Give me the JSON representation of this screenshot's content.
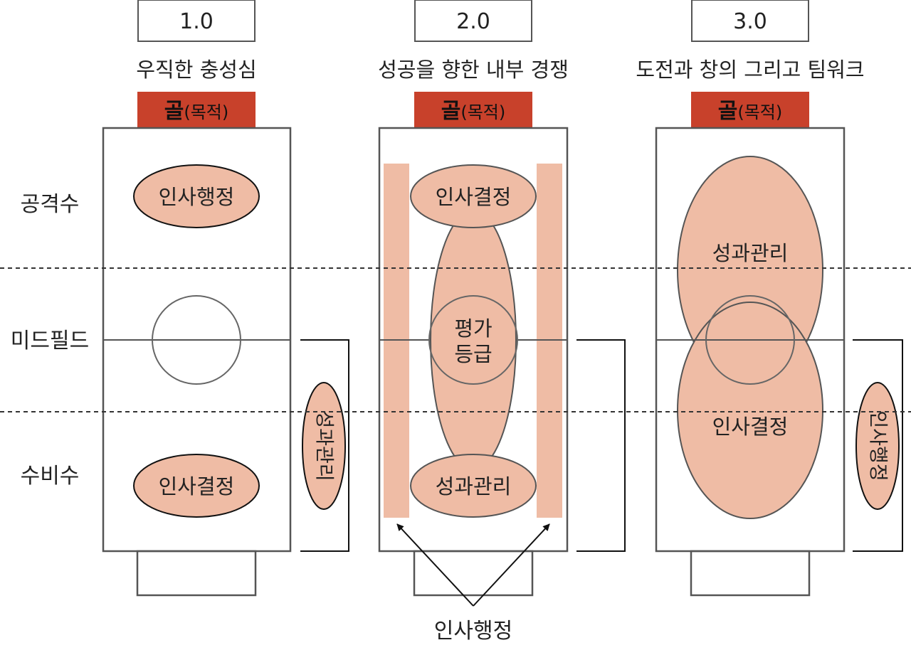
{
  "models": [
    {
      "version": "1.0",
      "subtitle": "우직한 충성심",
      "goal": {
        "label_main": "골",
        "label_sub": "(목적)"
      },
      "labels": {
        "attack": "인사행정",
        "defense": "인사결정",
        "side": "성과관리"
      }
    },
    {
      "version": "2.0",
      "subtitle": "성공을 향한 내부 경쟁",
      "goal": {
        "label_main": "골",
        "label_sub": "(목적)"
      },
      "labels": {
        "top": "인사결정",
        "center_line1": "평가",
        "center_line2": "등급",
        "bottom": "성과관리",
        "bottom_caption": "인사행정"
      }
    },
    {
      "version": "3.0",
      "subtitle": "도전과 창의 그리고 팀워크",
      "goal": {
        "label_main": "골",
        "label_sub": "(목적)"
      },
      "labels": {
        "upper": "성과관리",
        "lower": "인사결정",
        "side": "인사행정"
      }
    }
  ],
  "zones": {
    "attack": "공격수",
    "midfield": "미드필드",
    "defense": "수비수"
  },
  "colors": {
    "goal_red": "#c8412b",
    "salmon": "#efbca5",
    "line": "#555555",
    "text": "#222222"
  }
}
